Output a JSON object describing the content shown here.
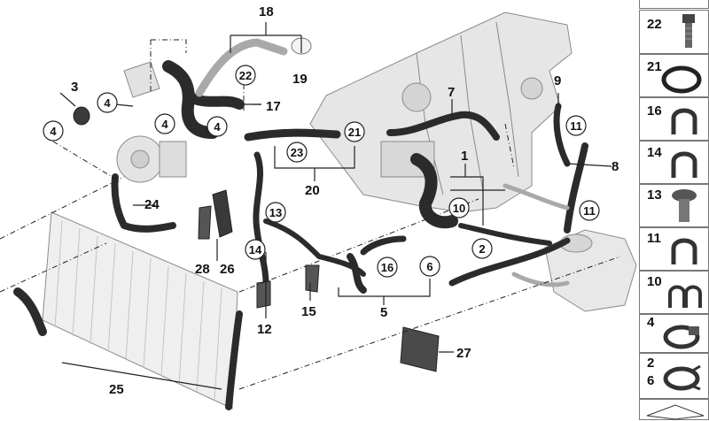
{
  "callouts": {
    "c1": "1",
    "c2": "2",
    "c3": "3",
    "c4a": "4",
    "c4b": "4",
    "c4c": "4",
    "c4d": "4",
    "c5": "5",
    "c6": "6",
    "c7": "7",
    "c8": "8",
    "c9": "9",
    "c10": "10",
    "c11a": "11",
    "c11b": "11",
    "c12": "12",
    "c13": "13",
    "c14": "14",
    "c15": "15",
    "c16": "16",
    "c17": "17",
    "c18": "18",
    "c19": "19",
    "c20": "20",
    "c21": "21",
    "c22": "22",
    "c23": "23",
    "c24": "24",
    "c25": "25",
    "c26": "26",
    "c27": "27",
    "c28": "28"
  },
  "sidebar": {
    "items": [
      {
        "label": "22",
        "icon": "bolt-icon"
      },
      {
        "label": "21",
        "icon": "o-ring-icon"
      },
      {
        "label": "16",
        "icon": "clip-icon"
      },
      {
        "label": "14",
        "icon": "clip-icon"
      },
      {
        "label": "13",
        "icon": "rivet-icon"
      },
      {
        "label": "11",
        "icon": "clip-icon"
      },
      {
        "label": "10",
        "icon": "double-clip-icon"
      },
      {
        "label": "4",
        "icon": "hose-clamp-icon"
      },
      {
        "label_top": "2",
        "label_bottom": "6",
        "icon": "spring-clamp-icon"
      }
    ]
  }
}
